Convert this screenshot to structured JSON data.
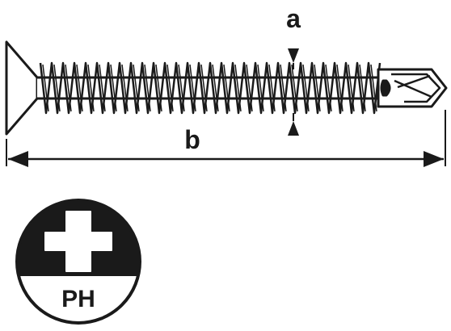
{
  "drawing": {
    "dimension_a_label": "a",
    "dimension_b_label": "b",
    "drive_symbol_label": "PH"
  },
  "icons": {
    "screw": "self-drilling-countersunk-screw-icon",
    "drive": "phillips-drive-icon"
  },
  "colors": {
    "ink": "#1a1a1a",
    "paper": "#ffffff"
  }
}
